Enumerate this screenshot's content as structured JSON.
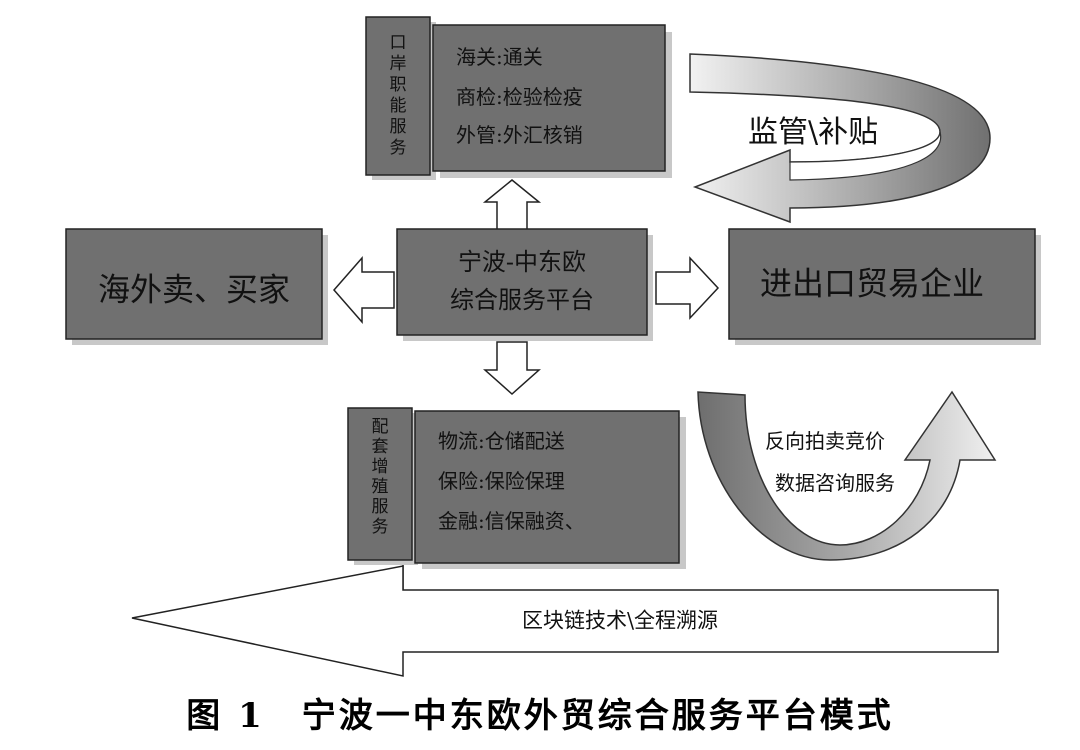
{
  "port_services": {
    "side_label": "口岸职能服务",
    "items": [
      "海关:通关",
      "商检:检验检疫",
      "外管:外汇核销"
    ]
  },
  "regulation_arrow": {
    "label": "监管\\补贴"
  },
  "overseas": {
    "label": "海外卖、买家"
  },
  "platform": {
    "line1": "宁波-中东欧",
    "line2": "综合服务平台"
  },
  "enterprises": {
    "label": "进出口贸易企业"
  },
  "value_added_services": {
    "side_label": "配套增殖服务",
    "items": [
      "物流:仓储配送",
      "保险:保险保理",
      "金融:信保融资、"
    ]
  },
  "auction_arrow": {
    "line1": "反向拍卖竞价",
    "line2": "数据咨询服务"
  },
  "blockchain_arrow": {
    "label": "区块链技术\\全程溯源"
  },
  "caption": "图 1　宁波一中东欧外贸综合服务平台模式"
}
